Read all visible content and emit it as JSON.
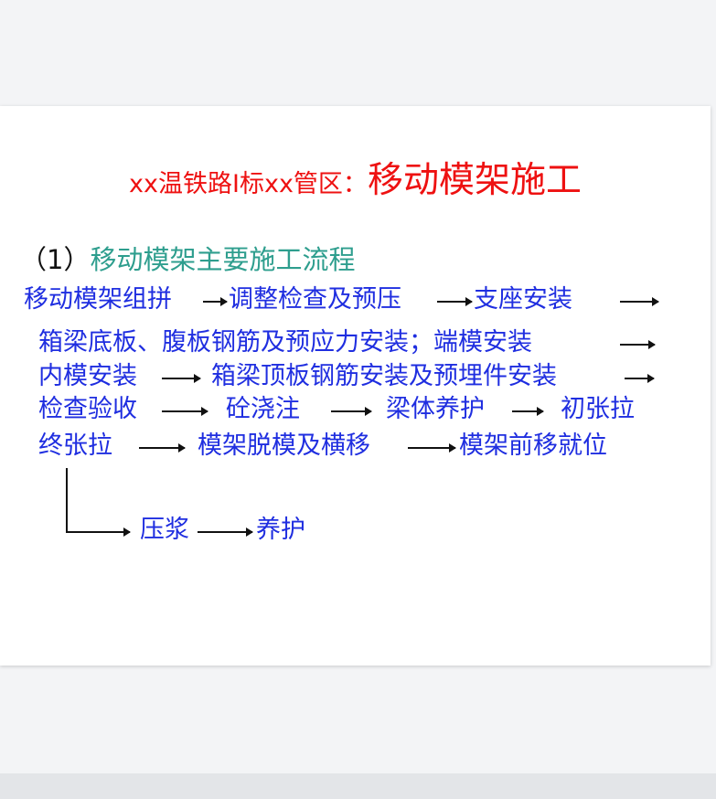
{
  "title": {
    "prefix": "xx温铁路Ⅰ标xx管区：",
    "main": "移动模架施工"
  },
  "subheading": {
    "number": "（1）",
    "text": "移动模架主要施工流程"
  },
  "flow": {
    "s1": "移动模架组拼",
    "s2": "调整检查及预压",
    "s3": "支座安装",
    "s4": "箱梁底板、腹板钢筋及预应力安装；端模安装",
    "s5": "内模安装",
    "s6": "箱梁顶板钢筋安装及预埋件安装",
    "s7": "检查验收",
    "s8": "砼浇注",
    "s9": "梁体养护",
    "s10": "初张拉",
    "s11": "终张拉",
    "s12": "模架脱模及横移",
    "s13": "模架前移就位",
    "s14": "压浆",
    "s15": "养护"
  }
}
